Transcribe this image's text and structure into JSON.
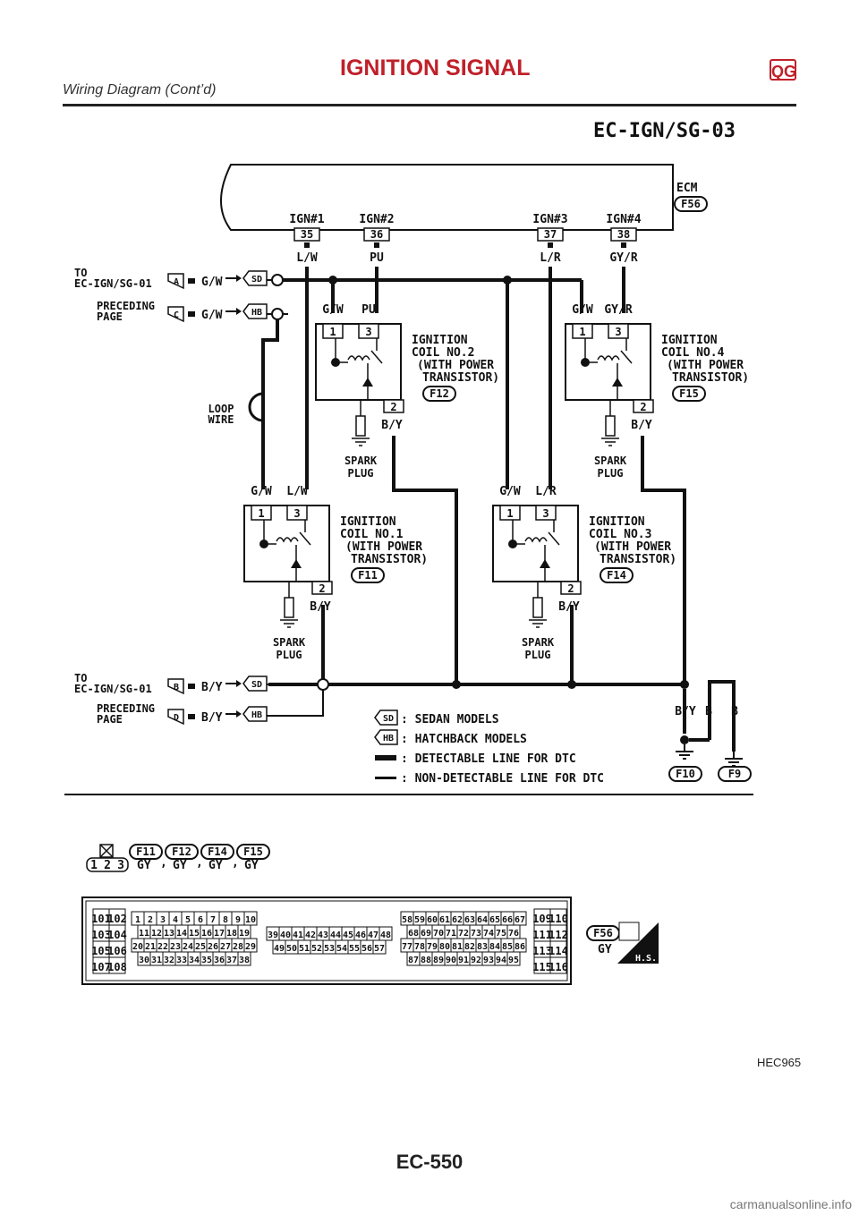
{
  "header": {
    "title": "IGNITION SIGNAL",
    "badge": "QG",
    "subtitle": "Wiring Diagram (Cont’d)"
  },
  "diagram_id": "EC-IGN/SG-03",
  "ecm": {
    "label": "ECM",
    "connector": "F56",
    "pins": [
      {
        "name": "IGN#1",
        "pin": "35",
        "wire": "L/W"
      },
      {
        "name": "IGN#2",
        "pin": "36",
        "wire": "PU"
      },
      {
        "name": "IGN#3",
        "pin": "37",
        "wire": "L/R"
      },
      {
        "name": "IGN#4",
        "pin": "38",
        "wire": "GY/R"
      }
    ]
  },
  "links_top": {
    "to_label": "TO",
    "target": "EC-IGN/SG-01",
    "preceding_1": "PRECEDING",
    "preceding_2": "PAGE",
    "rows": [
      {
        "letter": "A",
        "wire": "G/W",
        "model": "SD"
      },
      {
        "letter": "C",
        "wire": "G/W",
        "model": "HB"
      }
    ]
  },
  "links_bottom": {
    "to_label": "TO",
    "target": "EC-IGN/SG-01",
    "preceding_1": "PRECEDING",
    "preceding_2": "PAGE",
    "rows": [
      {
        "letter": "B",
        "wire": "B/Y",
        "model": "SD"
      },
      {
        "letter": "D",
        "wire": "B/Y",
        "model": "HB"
      }
    ]
  },
  "loop_wire": [
    "LOOP",
    "WIRE"
  ],
  "coils": [
    {
      "id": "c2",
      "lines": [
        "IGNITION",
        "COIL NO.2",
        "(WITH POWER",
        "TRANSISTOR)"
      ],
      "connector": "F12",
      "pin1": "1",
      "pin3": "3",
      "pin2": "2",
      "wire1": "G/W",
      "wire3": "PU",
      "wire2": "B/Y",
      "spark": [
        "SPARK",
        "PLUG"
      ]
    },
    {
      "id": "c4",
      "lines": [
        "IGNITION",
        "COIL NO.4",
        "(WITH POWER",
        "TRANSISTOR)"
      ],
      "connector": "F15",
      "pin1": "1",
      "pin3": "3",
      "pin2": "2",
      "wire1": "G/W",
      "wire3": "GY/R",
      "wire2": "B/Y",
      "spark": [
        "SPARK",
        "PLUG"
      ]
    },
    {
      "id": "c1",
      "lines": [
        "IGNITION",
        "COIL NO.1",
        "(WITH POWER",
        "TRANSISTOR)"
      ],
      "connector": "F11",
      "pin1": "1",
      "pin3": "3",
      "pin2": "2",
      "wire1": "G/W",
      "wire3": "L/W",
      "wire2": "B/Y",
      "spark": [
        "SPARK",
        "PLUG"
      ]
    },
    {
      "id": "c3",
      "lines": [
        "IGNITION",
        "COIL NO.3",
        "(WITH POWER",
        "TRANSISTOR)"
      ],
      "connector": "F14",
      "pin1": "1",
      "pin3": "3",
      "pin2": "2",
      "wire1": "G/W",
      "wire3": "L/R",
      "wire2": "B/Y",
      "spark": [
        "SPARK",
        "PLUG"
      ]
    }
  ],
  "grounds": {
    "wires": [
      "B/Y",
      "B",
      "B"
    ],
    "connectors": [
      "F10",
      "F9"
    ]
  },
  "legend": [
    {
      "symbol": "SD",
      "text": ": SEDAN MODELS"
    },
    {
      "symbol": "HB",
      "text": ": HATCHBACK MODELS"
    },
    {
      "symbol": "thick",
      "text": ": DETECTABLE LINE FOR DTC"
    },
    {
      "symbol": "thin",
      "text": ": NON-DETECTABLE LINE FOR DTC"
    }
  ],
  "connector_key": {
    "pins": [
      "1",
      "2",
      "3"
    ],
    "items": [
      {
        "conn": "F11",
        "color": "GY",
        "sep": ","
      },
      {
        "conn": "F12",
        "color": "GY",
        "sep": ","
      },
      {
        "conn": "F14",
        "color": "GY",
        "sep": ","
      },
      {
        "conn": "F15",
        "color": "GY",
        "sep": ""
      }
    ]
  },
  "ecm_connector": {
    "label": "F56",
    "color": "GY",
    "hs": "H.S.",
    "left_pins": [
      [
        "101",
        "102"
      ],
      [
        "103",
        "104"
      ],
      [
        "105",
        "106"
      ],
      [
        "107",
        "108"
      ]
    ],
    "right_pins": [
      [
        "109",
        "110"
      ],
      [
        "111",
        "112"
      ],
      [
        "113",
        "114"
      ],
      [
        "115",
        "116"
      ]
    ],
    "block1": [
      [
        "1",
        "2",
        "3",
        "4",
        "5",
        "6",
        "7",
        "8",
        "9",
        "10"
      ],
      [
        "11",
        "12",
        "13",
        "14",
        "15",
        "16",
        "17",
        "18",
        "19"
      ],
      [
        "20",
        "21",
        "22",
        "23",
        "24",
        "25",
        "26",
        "27",
        "28",
        "29"
      ],
      [
        "30",
        "31",
        "32",
        "33",
        "34",
        "35",
        "36",
        "37",
        "38"
      ]
    ],
    "block2": [
      [
        "39",
        "40",
        "41",
        "42",
        "43",
        "44",
        "45",
        "46",
        "47",
        "48"
      ],
      [
        "49",
        "50",
        "51",
        "52",
        "53",
        "54",
        "55",
        "56",
        "57"
      ]
    ],
    "block3": [
      [
        "58",
        "59",
        "60",
        "61",
        "62",
        "63",
        "64",
        "65",
        "66",
        "67"
      ],
      [
        "68",
        "69",
        "70",
        "71",
        "72",
        "73",
        "74",
        "75",
        "76"
      ],
      [
        "77",
        "78",
        "79",
        "80",
        "81",
        "82",
        "83",
        "84",
        "85",
        "86"
      ],
      [
        "87",
        "88",
        "89",
        "90",
        "91",
        "92",
        "93",
        "94",
        "95"
      ]
    ]
  },
  "footer": {
    "code": "HEC965",
    "page": "EC-550",
    "watermark": "carmanualsonline.info"
  }
}
